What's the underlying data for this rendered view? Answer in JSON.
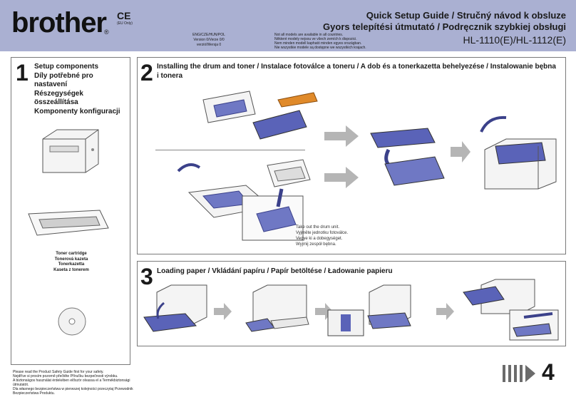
{
  "header": {
    "brand": "brother",
    "registered": "®",
    "ce_mark": "CE",
    "ce_note": "(EU Only)",
    "languages": "ENG/CZE/HUN/POL",
    "version": "Version 0/Verze 0/0 verzió/Wersja 0",
    "availability": [
      "Not all models are available in all countries.",
      "Některé modely nejsou ve všech zemích k dispozici.",
      "Nem minden modell kapható minden egyes országban.",
      "Nie wszystkie modele są dostępne we wszystkich krajach."
    ],
    "title_line1": "Quick Setup Guide / Stručný návod k obsluze",
    "title_line2": "Gyors telepítési útmutató / Podręcznik szybkiej obsługi",
    "model": "HL-1110(E)/HL-1112(E)"
  },
  "step1": {
    "number": "1",
    "headings": [
      "Setup components",
      "Díly potřebné pro nastavení",
      "Részegységek összeállítása",
      "Komponenty konfiguracji"
    ],
    "toner_labels": [
      "Toner cartridge",
      "Tonerová kazeta",
      "Tonerkazetta",
      "Kaseta z tonerem"
    ]
  },
  "step2": {
    "number": "2",
    "heading": "Installing the drum and toner / Instalace fotoválce a toneru / A dob és a tonerkazetta behelyezése / Instalowanie bębna i tonera",
    "drum_text": [
      "Take out the drum unit.",
      "Vyjměte jednotku fotoválce.",
      "Vegye ki a dobegységet.",
      "Wyjmij zespół bębna."
    ]
  },
  "step3": {
    "number": "3",
    "heading": "Loading paper / Vkládání papíru / Papír betöltése / Ładowanie papieru"
  },
  "footer_notes": [
    "Please read the Product Safety Guide first for your safety.",
    "Nejdříve si prosím pozorně přečtěte Příručku bezpečnosti výrobku.",
    "A biztonságos használat érdekében először olvassa el a Termékbiztonsági útmutatót.",
    "Dla własnego bezpieczeństwa w pierwszej kolejności przeczytaj Przewodnik Bezpieczeństwa Produktu."
  ],
  "next_step": "4",
  "colors": {
    "header": "#aab0d2",
    "accent_blue": "#5a63b8",
    "toner_orange": "#e08a2a",
    "arrow_gray": "#b5b5b5"
  }
}
